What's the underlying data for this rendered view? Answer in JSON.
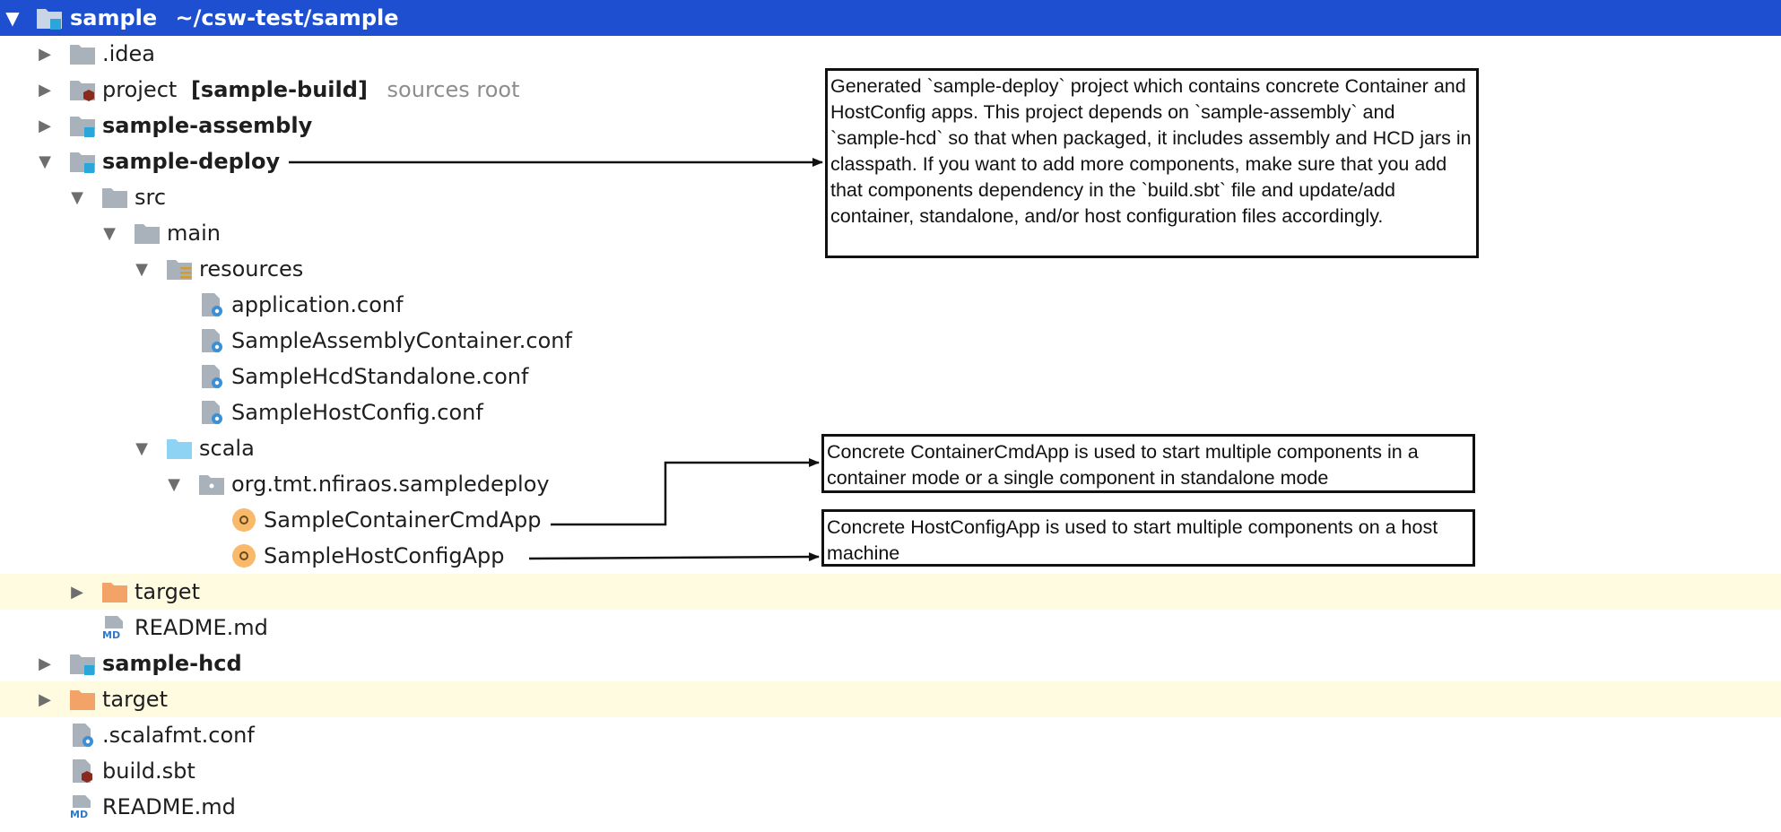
{
  "tree": {
    "root": {
      "name": "sample",
      "path": "~/csw-test/sample"
    },
    "idea": ".idea",
    "project": {
      "name": "project",
      "module": "[sample-build]",
      "hint": "sources root"
    },
    "assembly": "sample-assembly",
    "deploy": "sample-deploy",
    "src": "src",
    "main": "main",
    "resources": "resources",
    "resource_files": [
      "application.conf",
      "SampleAssemblyContainer.conf",
      "SampleHcdStandalone.conf",
      "SampleHostConfig.conf"
    ],
    "scala": "scala",
    "package": "org.tmt.nfiraos.sampledeploy",
    "objects": [
      "SampleContainerCmdApp",
      "SampleHostConfigApp"
    ],
    "deploy_target": "target",
    "deploy_readme": "README.md",
    "hcd": "sample-hcd",
    "root_target": "target",
    "scalafmt": ".scalafmt.conf",
    "build_sbt": "build.sbt",
    "root_readme": "README.md"
  },
  "icons": {
    "folder": "folder-icon",
    "module": "module-folder-icon",
    "resources": "resources-folder-icon",
    "source": "source-folder-icon",
    "package": "package-icon",
    "excluded": "excluded-folder-icon",
    "config_file": "config-file-icon",
    "scala_object": "scala-object-icon",
    "markdown": "markdown-file-icon",
    "sbt": "sbt-file-icon"
  },
  "annotations": {
    "deploy_note": "Generated `sample-deploy` project which contains concrete Container and HostConfig apps.  This project depends on `sample-assembly` and `sample-hcd` so that when packaged, it includes assembly and HCD jars in classpath.  If you want to add more components, make sure that you add that components dependency in the `build.sbt` file and update/add container, standalone, and/or host configuration files accordingly.",
    "container_note": "Concrete ContainerCmdApp is used to start multiple components in a container mode or a single component in standalone mode",
    "host_note": "Concrete HostConfigApp is used to start multiple components on a host machine"
  },
  "colors": {
    "selection": "#1d4fd0",
    "excluded_row": "#fefbe1",
    "folder": "#a9b1bb",
    "module_badge": "#2aa6da",
    "excluded_folder": "#f3a367",
    "source_folder": "#8ed3f3",
    "object_icon": "#f8b96b",
    "sbt_badge": "#8a2a1c"
  }
}
